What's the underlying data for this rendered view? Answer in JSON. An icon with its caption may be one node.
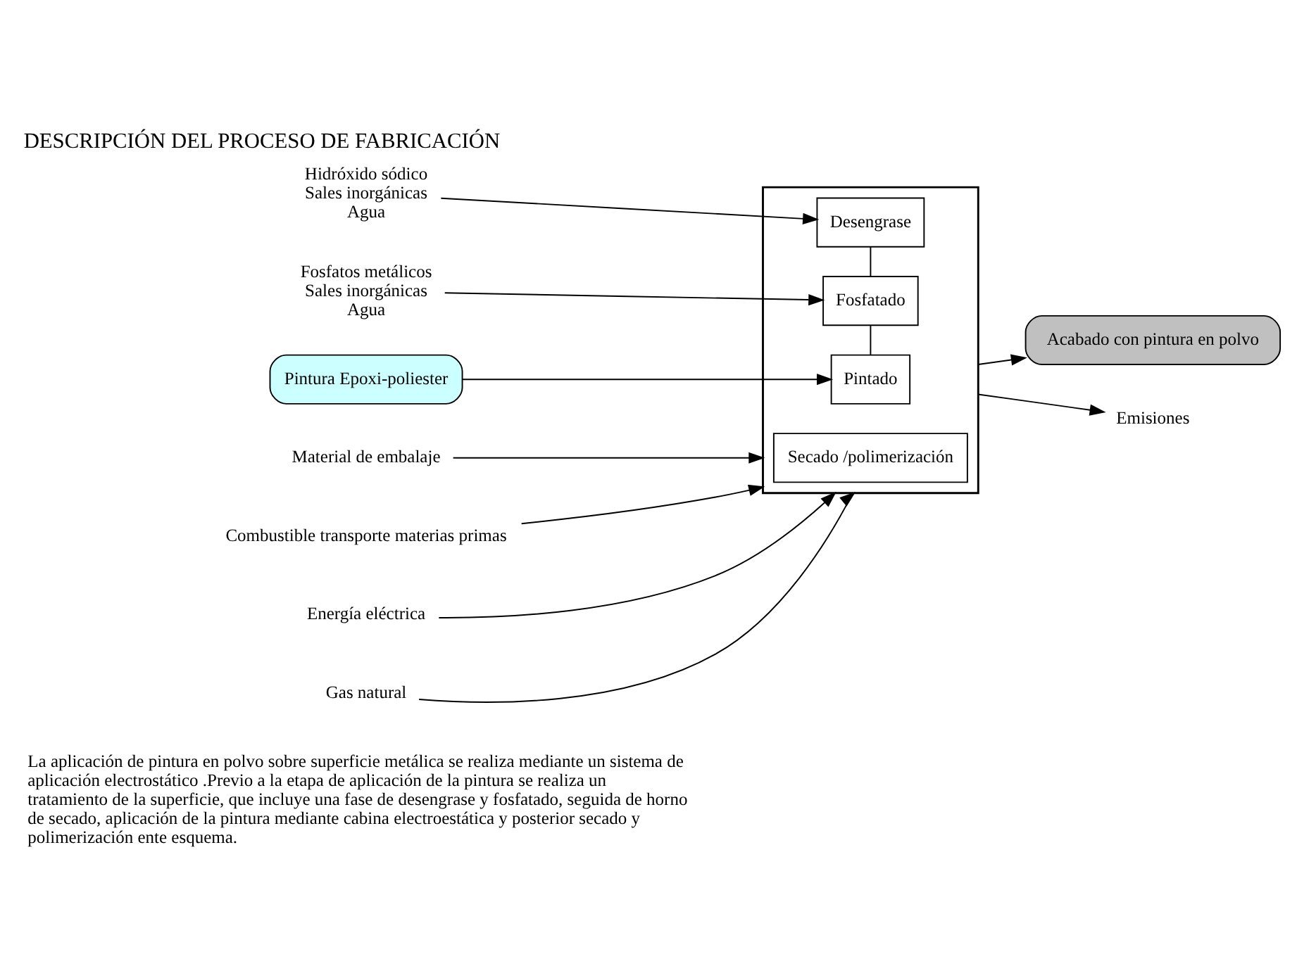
{
  "diagram": {
    "title": "DESCRIPCIÓN DEL PROCESO DE FABRICACIÓN",
    "nodes": [
      {
        "text": [],
        "shape": "box"
      },
      {
        "text": [
          "Desengrase"
        ],
        "in": 0
      },
      {
        "text": [
          "Fosfatado"
        ],
        "in": 0
      },
      {
        "text": [
          "Pintado"
        ],
        "in": 0
      },
      {
        "text": [
          "Secado /polimerización"
        ],
        "in": 0
      },
      {
        "text": [
          "Hidróxido sódico",
          "Sales inorgánicas",
          "Agua"
        ]
      },
      {
        "text": [
          "Fosfatos metálicos",
          "Sales inorgánicas",
          "Agua"
        ]
      },
      {
        "text": [
          "Pintura Epoxi-poliester"
        ]
      },
      {
        "text": [
          "Acabado con pintura en polvo"
        ]
      },
      {
        "text": [
          "Emisiones"
        ]
      },
      {
        "text": [
          "Material de embalaje"
        ]
      },
      {
        "text": [
          "Combustible transporte materias primas"
        ]
      },
      {
        "text": [
          "Energía eléctrica"
        ]
      },
      {
        "text": [
          "Gas natural"
        ]
      }
    ],
    "edges": [
      {
        "from": 5,
        "to": 1,
        "arrow": "to"
      },
      {
        "from": 1,
        "to": 2,
        "arrow": "none"
      },
      {
        "from": 6,
        "to": 2,
        "arrow": "to"
      },
      {
        "from": 2,
        "to": 3,
        "arrow": "none"
      },
      {
        "from": 0,
        "to": 8,
        "arrow": "to"
      },
      {
        "from": 7,
        "to": 3,
        "arrow": "to"
      },
      {
        "from": 0,
        "to": 9,
        "arrow": "to"
      },
      {
        "from": 10,
        "to": 0,
        "arrow": "to"
      },
      {
        "from": 11,
        "to": 0,
        "arrow": "to"
      },
      {
        "from": 12,
        "to": 0,
        "arrow": "to"
      },
      {
        "from": 13,
        "to": 0,
        "arrow": "to"
      }
    ],
    "labels": [
      "La aplicación de pintura en polvo sobre superficie metálica se realiza mediante un sistema de aplicación electrostático .Previo a la etapa de aplicación de la pintura se realiza un tratamiento de la superficie, que incluye una fase de desengrase y fosfatado, seguida de horno de secado, aplicación de la pintura mediante cabina electroestática y posterior secado y polimerización ente esquema."
    ]
  }
}
